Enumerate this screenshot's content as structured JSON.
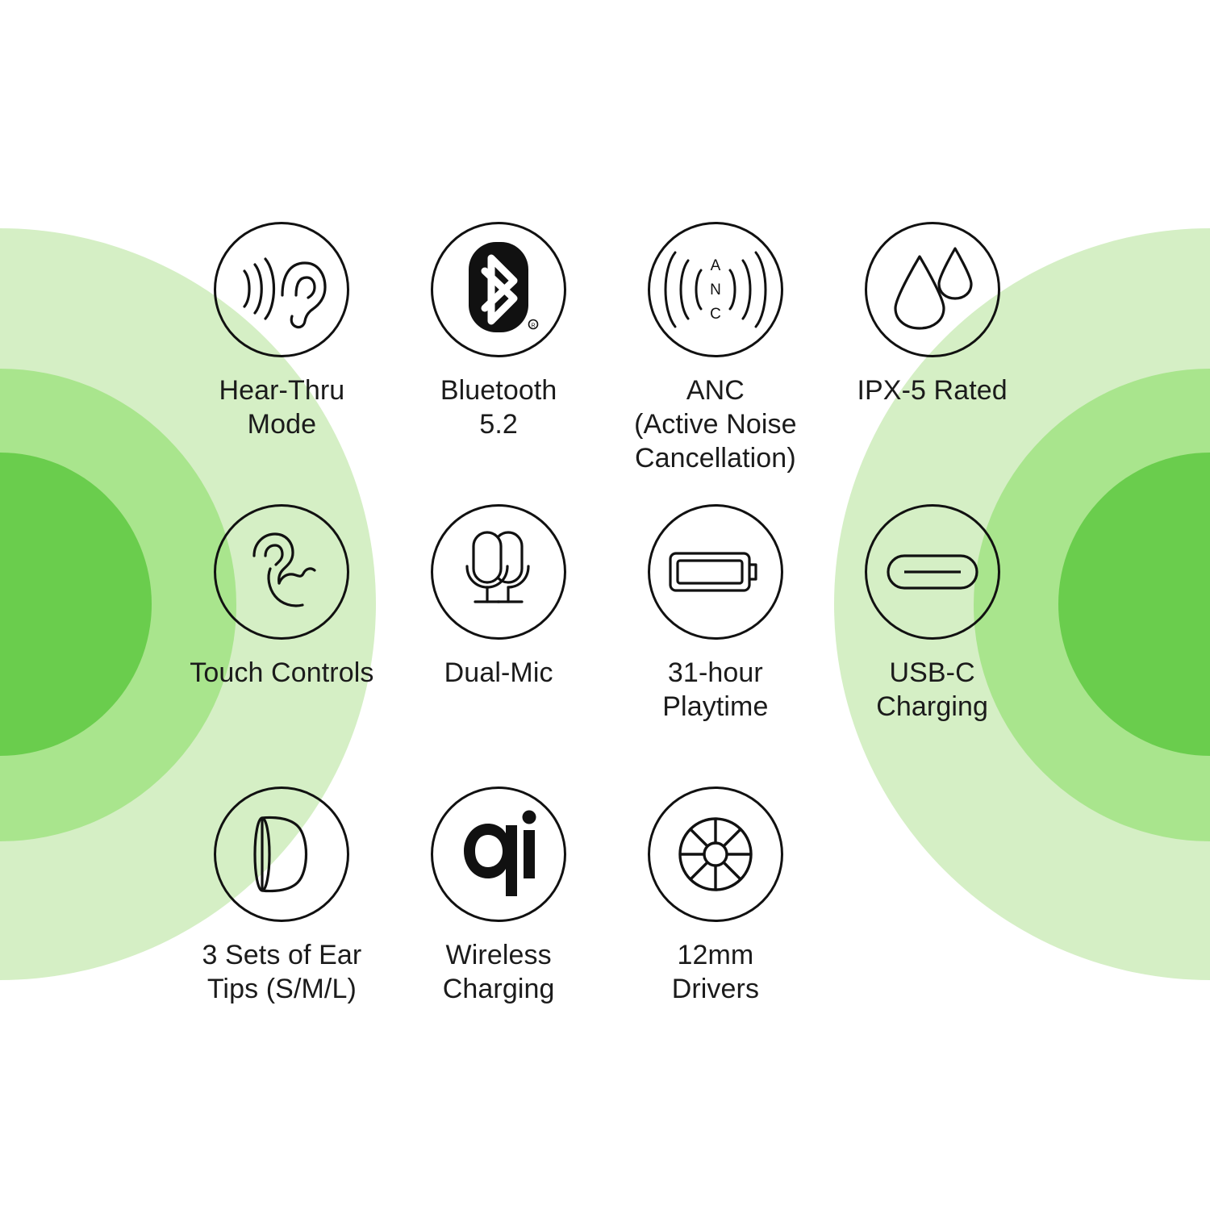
{
  "palette": {
    "background": "#ffffff",
    "green_inner": "#6acd4d",
    "green_mid": "#a9e58d",
    "green_outer": "#d5efc5",
    "ink": "#1b1b1b",
    "stroke": "#111111"
  },
  "decor": {
    "left_blob_label": "concentric-green-circles-left",
    "right_blob_label": "concentric-green-circles-right"
  },
  "features": [
    {
      "icon": "hear-thru-ear-icon",
      "label": "Hear-Thru\nMode"
    },
    {
      "icon": "bluetooth-icon",
      "label": "Bluetooth\n5.2"
    },
    {
      "icon": "anc-waves-icon",
      "label": "ANC\n(Active Noise\nCancellation)",
      "icon_text": [
        "A",
        "N",
        "C"
      ]
    },
    {
      "icon": "water-droplets-icon",
      "label": "IPX-5 Rated"
    },
    {
      "icon": "touch-control-ear-icon",
      "label": "Touch Controls"
    },
    {
      "icon": "dual-microphone-icon",
      "label": "Dual-Mic"
    },
    {
      "icon": "battery-icon",
      "label": "31-hour\nPlaytime"
    },
    {
      "icon": "usb-c-port-icon",
      "label": "USB-C\nCharging"
    },
    {
      "icon": "ear-tip-icon",
      "label": "3 Sets of Ear\nTips (S/M/L)"
    },
    {
      "icon": "qi-wireless-icon",
      "label": "Wireless\nCharging"
    },
    {
      "icon": "speaker-driver-icon",
      "label": "12mm\nDrivers"
    }
  ]
}
